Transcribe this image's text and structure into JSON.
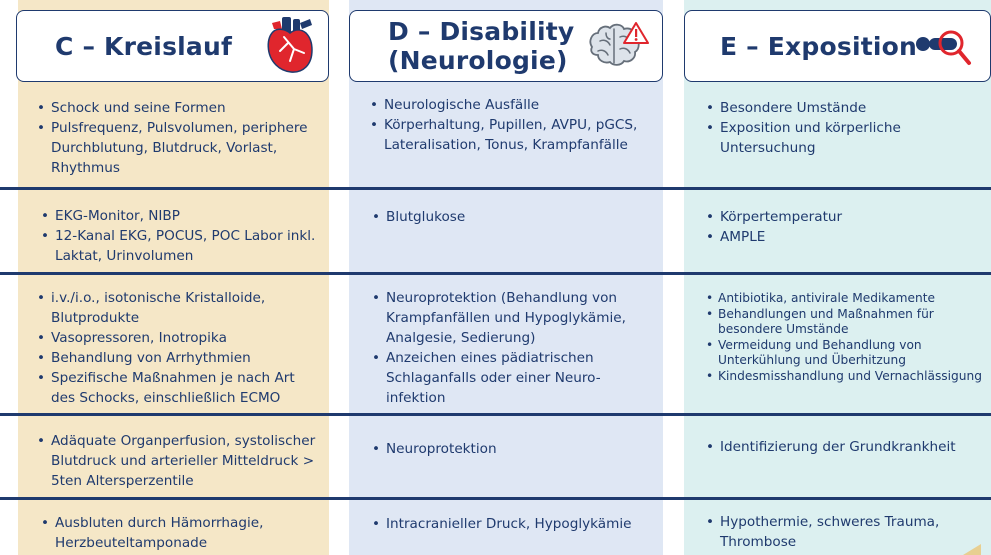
{
  "headers": {
    "c": {
      "title": "C – Kreislauf",
      "icon": "heart-icon"
    },
    "d": {
      "title_line1": "D – Disability",
      "title_line2": "(Neurologie)",
      "icon": "brain-warning-icon"
    },
    "e": {
      "title": "E – Exposition",
      "icon": "person-magnifier-icon"
    }
  },
  "rows": [
    {
      "c": [
        "Schock und seine Formen",
        "Pulsfrequenz, Pulsvolumen, periphere Durchblutung, Blutdruck, Vorlast, Rhythmus"
      ],
      "d": [
        "Neurologische Ausfälle",
        "Körperhaltung, Pupillen, AVPU, pGCS, Lateralisation, Tonus, Krampfanfälle"
      ],
      "e": [
        "Besondere Umstände",
        "Exposition und körperliche Untersuchung"
      ]
    },
    {
      "c": [
        "EKG-Monitor, NIBP",
        "12-Kanal EKG, POCUS, POC Labor inkl. Laktat, Urinvolumen"
      ],
      "d": [
        "Blutglukose"
      ],
      "e": [
        "Körpertemperatur",
        "AMPLE"
      ]
    },
    {
      "c": [
        "i.v./i.o., isotonische Kristalloide, Blutprodukte",
        "Vasopressoren, Inotropika",
        "Behandlung von Arrhythmien",
        "Spezifische Maßnahmen je nach Art des Schocks, einschließlich ECMO"
      ],
      "d": [
        "Neuroprotektion (Behandlung von Krampfanfällen und Hypoglykämie, Analgesie, Sedierung)",
        "Anzeichen eines pädiatrischen Schlaganfalls oder einer Neuro-infektion"
      ],
      "e": [
        "Antibiotika, antivirale Medikamente",
        "Behandlungen und Maßnahmen für besondere Umstände",
        "Vermeidung und Behandlung von Unterkühlung und Überhitzung",
        "Kindesmisshandlung und Vernachlässigung"
      ]
    },
    {
      "c": [
        "Adäquate Organperfusion, systolischer Blutdruck und arterieller Mitteldruck > 5ten Altersperzentile"
      ],
      "d": [
        "Neuroprotektion"
      ],
      "e": [
        "Identifizierung der Grundkrankheit"
      ]
    },
    {
      "c": [
        "Ausbluten durch Hämorrhagie, Herzbeuteltamponade"
      ],
      "d": [
        "Intracranieller Druck, Hypoglykämie"
      ],
      "e": [
        "Hypothermie, schweres Trauma, Thrombose"
      ]
    }
  ],
  "colors": {
    "navy": "#1f3a6e",
    "col_c": "#f5e7c7",
    "col_d": "#dfe7f4",
    "col_e": "#dcf0f0",
    "red": "#e0262d"
  }
}
